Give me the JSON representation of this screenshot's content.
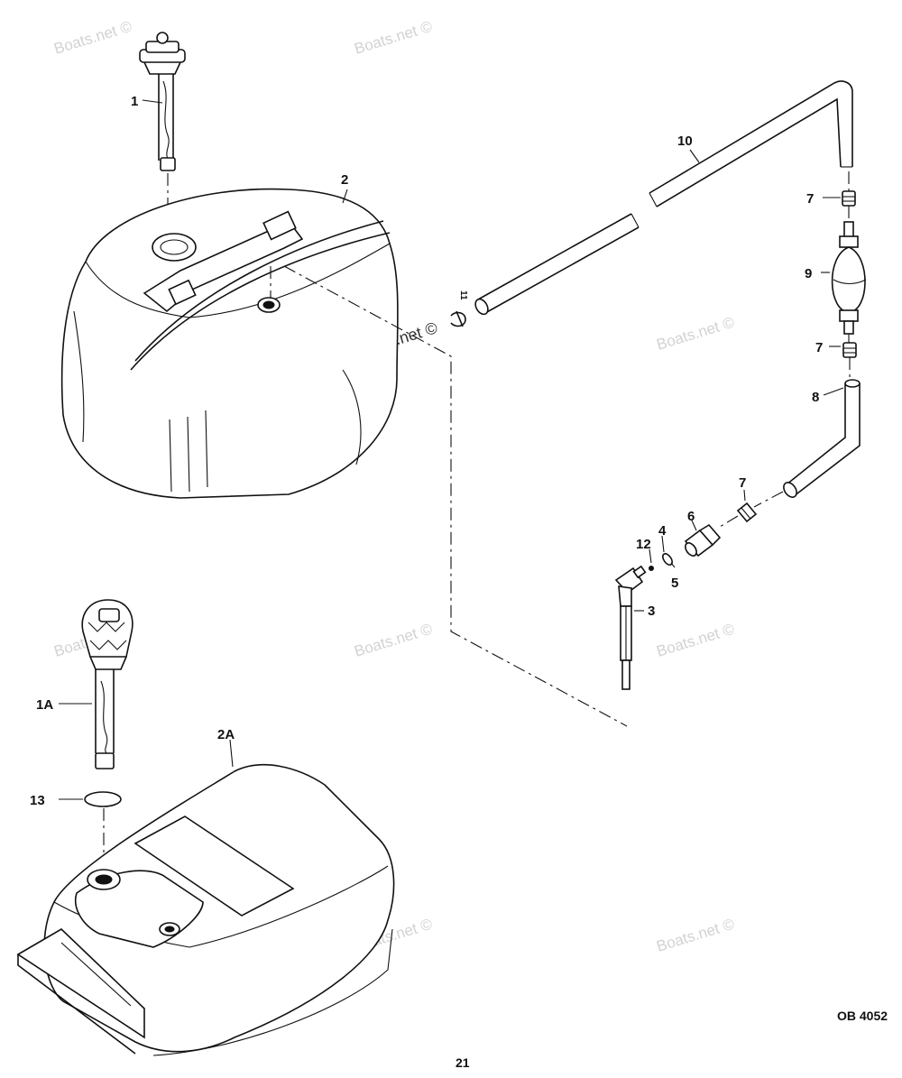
{
  "callouts": [
    {
      "id": "1",
      "text": "1"
    },
    {
      "id": "1A",
      "text": "1A"
    },
    {
      "id": "2",
      "text": "2"
    },
    {
      "id": "2A",
      "text": "2A"
    },
    {
      "id": "3",
      "text": "3"
    },
    {
      "id": "4",
      "text": "4"
    },
    {
      "id": "5",
      "text": "5"
    },
    {
      "id": "6",
      "text": "6"
    },
    {
      "id": "7a",
      "text": "7"
    },
    {
      "id": "7b",
      "text": "7"
    },
    {
      "id": "7c",
      "text": "7"
    },
    {
      "id": "8",
      "text": "8"
    },
    {
      "id": "9",
      "text": "9"
    },
    {
      "id": "10",
      "text": "10"
    },
    {
      "id": "11",
      "text": "11"
    },
    {
      "id": "12",
      "text": "12"
    },
    {
      "id": "13",
      "text": "13"
    }
  ],
  "watermark": {
    "text": "Boats.net ©",
    "center_text": "Boats.net ©"
  },
  "drawing_number": "OB 4052",
  "page_number": "21"
}
